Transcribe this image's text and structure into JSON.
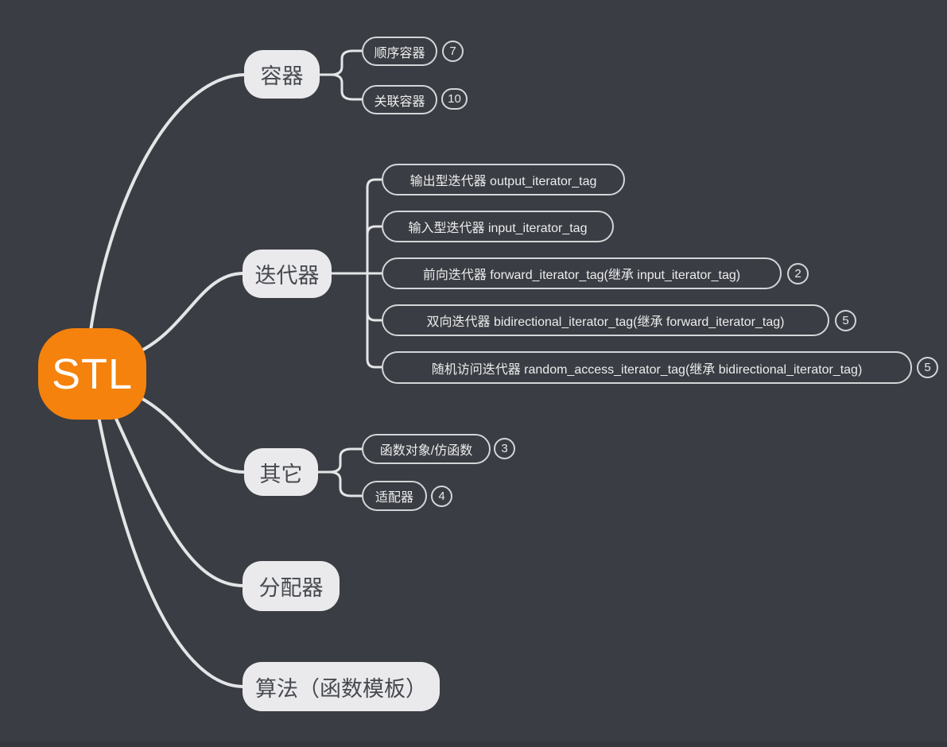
{
  "app": {
    "view": "mind-map-canvas"
  },
  "colors": {
    "background": "#3a3d43",
    "root_fill": "#f5820d",
    "root_text": "#ffffff",
    "branch_fill": "#eaeaec",
    "branch_text": "#46494f",
    "outline": "#d4d5d8",
    "outline_text": "#eceded",
    "edge": "#e4e5e7",
    "bottom_edge": "#34373d"
  },
  "root": {
    "label": "STL"
  },
  "branches": [
    {
      "label": "容器",
      "children": [
        {
          "label": "顺序容器",
          "badge": "7"
        },
        {
          "label": "关联容器",
          "badge": "10"
        }
      ]
    },
    {
      "label": "迭代器",
      "children": [
        {
          "label": "输出型迭代器 output_iterator_tag"
        },
        {
          "label": "输入型迭代器 input_iterator_tag"
        },
        {
          "label": "前向迭代器 forward_iterator_tag(继承 input_iterator_tag)",
          "badge": "2"
        },
        {
          "label": "双向迭代器 bidirectional_iterator_tag(继承 forward_iterator_tag)",
          "badge": "5"
        },
        {
          "label": "随机访问迭代器 random_access_iterator_tag(继承 bidirectional_iterator_tag)",
          "badge": "5"
        }
      ]
    },
    {
      "label": "其它",
      "children": [
        {
          "label": "函数对象/仿函数",
          "badge": "3"
        },
        {
          "label": "适配器",
          "badge": "4"
        }
      ]
    },
    {
      "label": "分配器",
      "children": []
    },
    {
      "label": "算法（函数模板）",
      "children": []
    }
  ]
}
